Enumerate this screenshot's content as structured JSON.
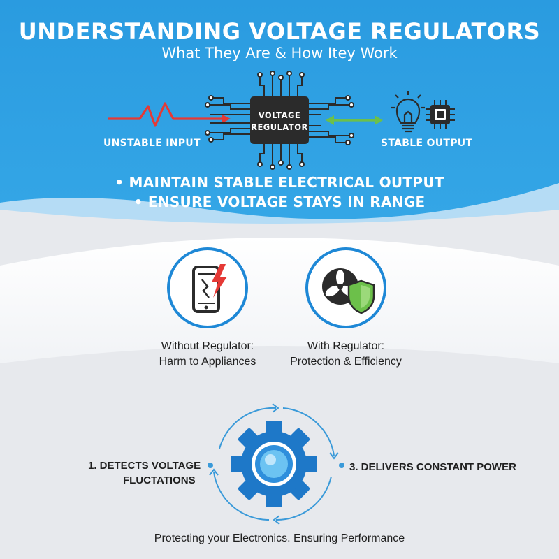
{
  "header": {
    "title": "UNDERSTANDING VOLTAGE REGULATORS",
    "subtitle": "What They Are & How Itey Work"
  },
  "flow": {
    "input_label": "UNSTABLE INPUT",
    "chip_line1": "VOLTAGE",
    "chip_line2": "REGULATOR",
    "output_label": "STABLE OUTPUT"
  },
  "bullets": [
    "• MAINTAIN STABLE ELECTRICAL OUTPUT",
    "• ENSURE VOLTAGE STAYS IN RANGE"
  ],
  "comparison": [
    {
      "line1": "Without Regulator:",
      "line2": "Harm to Appliances"
    },
    {
      "line1": "With Regulator:",
      "line2": "Protection & Efficiency"
    }
  ],
  "cycle": {
    "step_left_line1": "1. DETECTS VOLTAGE",
    "step_left_line2": "FLUCTATIONS",
    "step_right": "3. DELIVERS CONSTANT POWER"
  },
  "footer": {
    "tagline": "Protecting your Electronics. Ensuring Performance"
  },
  "icons": [
    "lightning-icon",
    "arrow-right-icon",
    "arrow-double-icon",
    "lightbulb-icon",
    "microchip-icon",
    "phone-icon",
    "fan-icon",
    "shield-icon",
    "gear-icon",
    "cycle-arrows-icon"
  ],
  "colors": {
    "top_blue": "#2d9fe0",
    "accent_blue": "#1e88d6",
    "input_red": "#e53935",
    "output_green": "#6cc04a",
    "chip_dark": "#2b2b2b"
  }
}
